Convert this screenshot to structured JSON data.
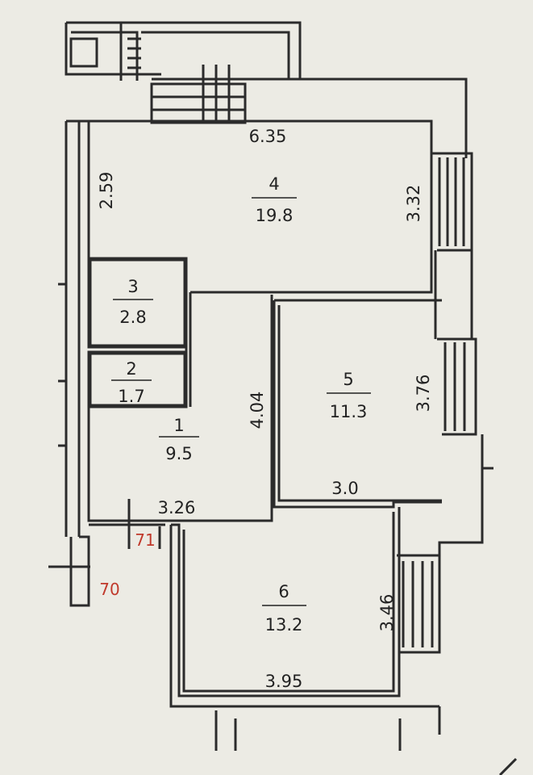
{
  "rooms": [
    {
      "id": "4",
      "area": "19.8"
    },
    {
      "id": "3",
      "area": "2.8"
    },
    {
      "id": "2",
      "area": "1.7"
    },
    {
      "id": "1",
      "area": "9.5"
    },
    {
      "id": "5",
      "area": "11.3"
    },
    {
      "id": "6",
      "area": "13.2"
    }
  ],
  "dimensions": {
    "room4_width": "6.35",
    "room4_left_height": "2.59",
    "room4_right_height": "3.32",
    "room1_depth": "4.04",
    "room1_width": "3.26",
    "room5_height": "3.76",
    "room5_width": "3.0",
    "room6_height": "3.46",
    "room6_width": "3.95"
  },
  "markers": {
    "red_71": "71",
    "red_70": "70"
  },
  "colors": {
    "wall": "#2b2b2b",
    "background": "#ecebe4",
    "marker": "#c0392b"
  }
}
